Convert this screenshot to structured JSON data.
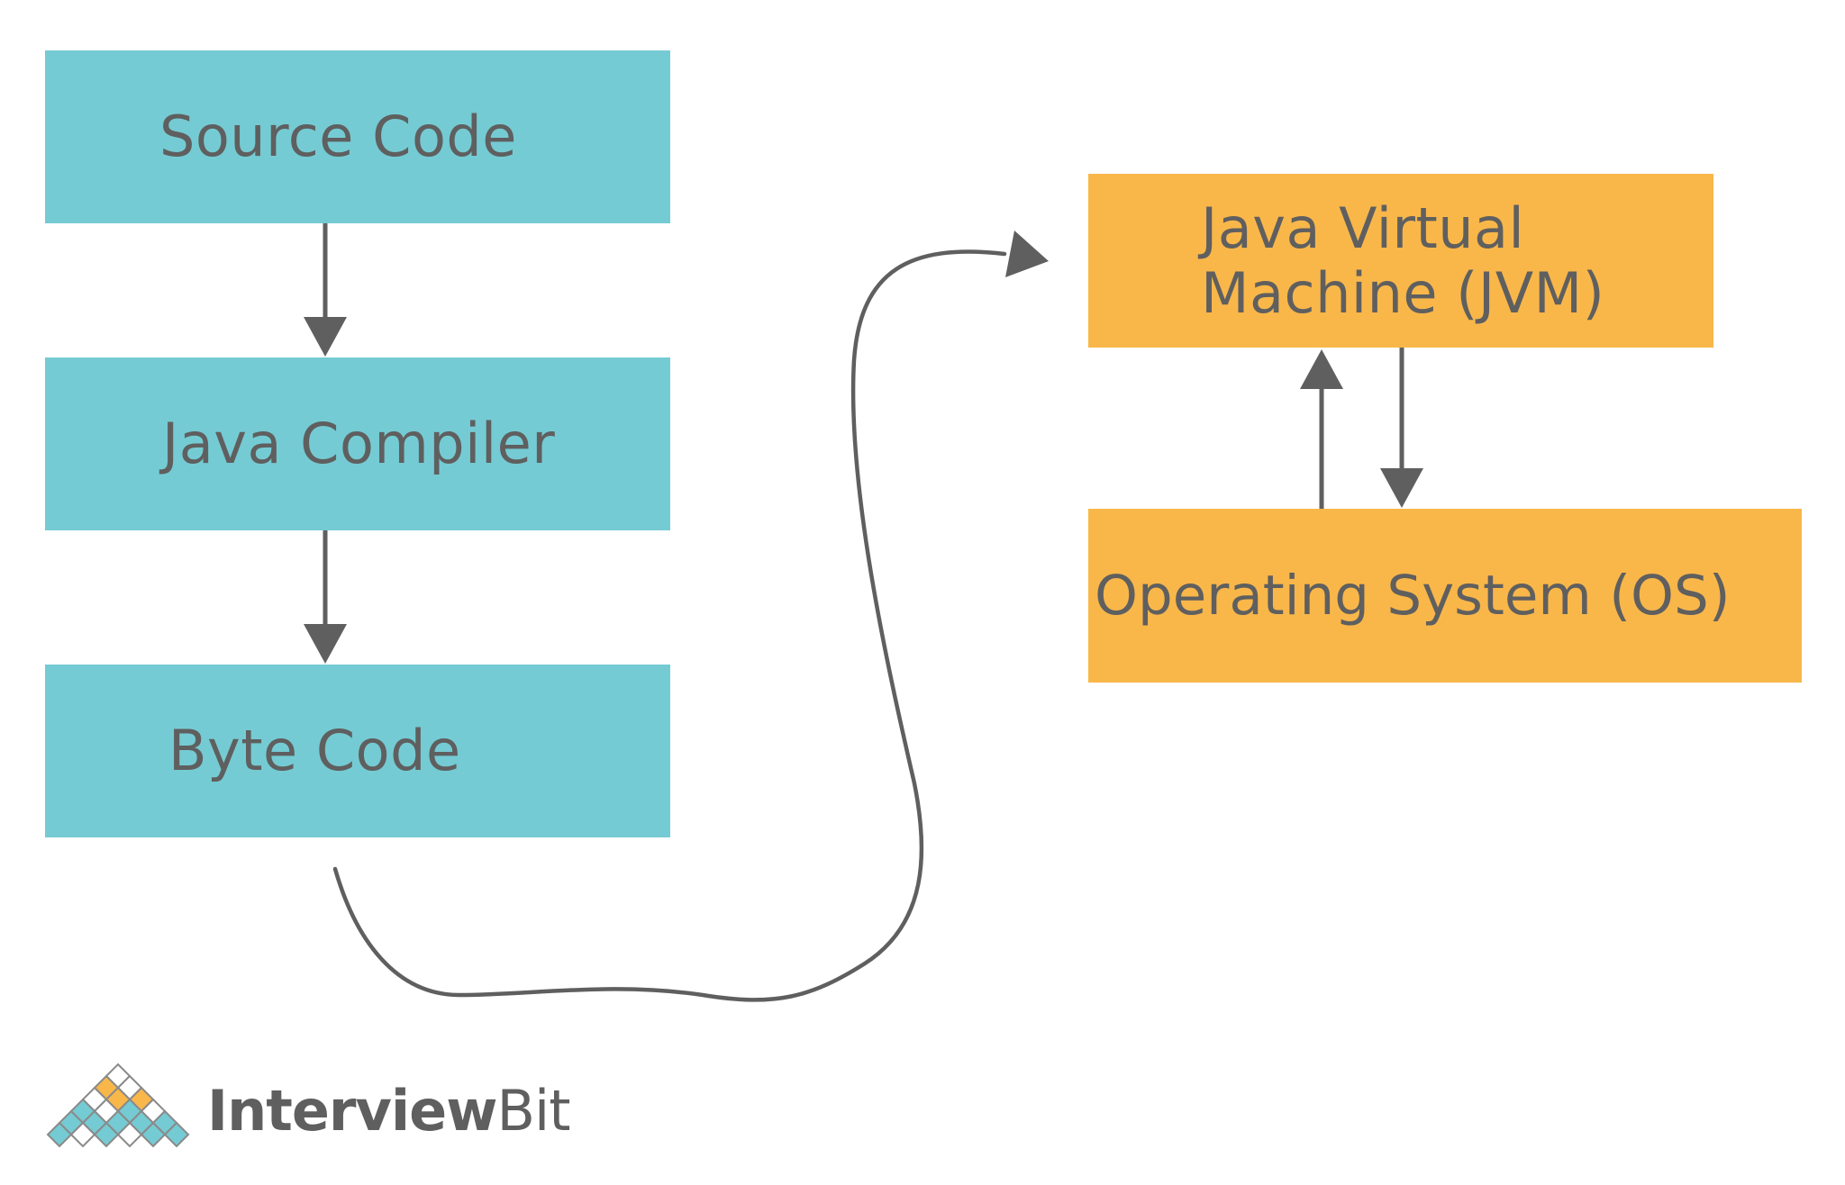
{
  "diagram": {
    "source_code": "Source Code",
    "java_compiler": "Java Compiler",
    "byte_code": "Byte Code",
    "jvm_line1": "Java Virtual",
    "jvm_line2": "Machine (JVM)",
    "operating_system": "Operating System (OS)"
  },
  "colors": {
    "teal_box": "#75cbd3",
    "orange_box": "#f9b74a",
    "text": "#5f5f5f",
    "arrow": "#5f5f5f",
    "background": "#ffffff"
  },
  "logo": {
    "brand_bold": "Interview",
    "brand_light": "Bit"
  }
}
